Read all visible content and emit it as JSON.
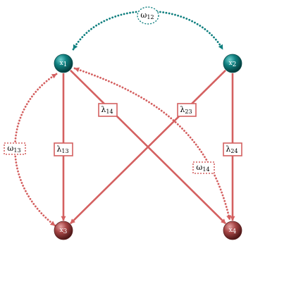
{
  "colors": {
    "teal": "#0f7f7f",
    "teal_dark": "#074a4a",
    "red": "#d46060",
    "maroon": "#a64545",
    "maroon_dark": "#5a1e1e",
    "background": "#ffffff"
  },
  "nodes": [
    {
      "id": "x1",
      "base": "x",
      "sub": "1",
      "group": "latent"
    },
    {
      "id": "x2",
      "base": "x",
      "sub": "2",
      "group": "latent"
    },
    {
      "id": "x3",
      "base": "x",
      "sub": "3",
      "group": "observed"
    },
    {
      "id": "x4",
      "base": "x",
      "sub": "4",
      "group": "observed"
    }
  ],
  "loadings": [
    {
      "id": "lambda13",
      "from": "x1",
      "to": "x3",
      "symbol": "λ",
      "sub": "13"
    },
    {
      "id": "lambda14",
      "from": "x1",
      "to": "x4",
      "symbol": "λ",
      "sub": "14"
    },
    {
      "id": "lambda23",
      "from": "x2",
      "to": "x3",
      "symbol": "λ",
      "sub": "23"
    },
    {
      "id": "lambda24",
      "from": "x2",
      "to": "x4",
      "symbol": "λ",
      "sub": "24"
    }
  ],
  "covariances": [
    {
      "id": "omega12",
      "between": [
        "x1",
        "x2"
      ],
      "symbol": "ω",
      "sub": "12",
      "color": "teal"
    },
    {
      "id": "omega13",
      "between": [
        "x1",
        "x3"
      ],
      "symbol": "ω",
      "sub": "13",
      "color": "red"
    },
    {
      "id": "omega14",
      "between": [
        "x1",
        "x4"
      ],
      "symbol": "ω",
      "sub": "14",
      "color": "red"
    }
  ]
}
